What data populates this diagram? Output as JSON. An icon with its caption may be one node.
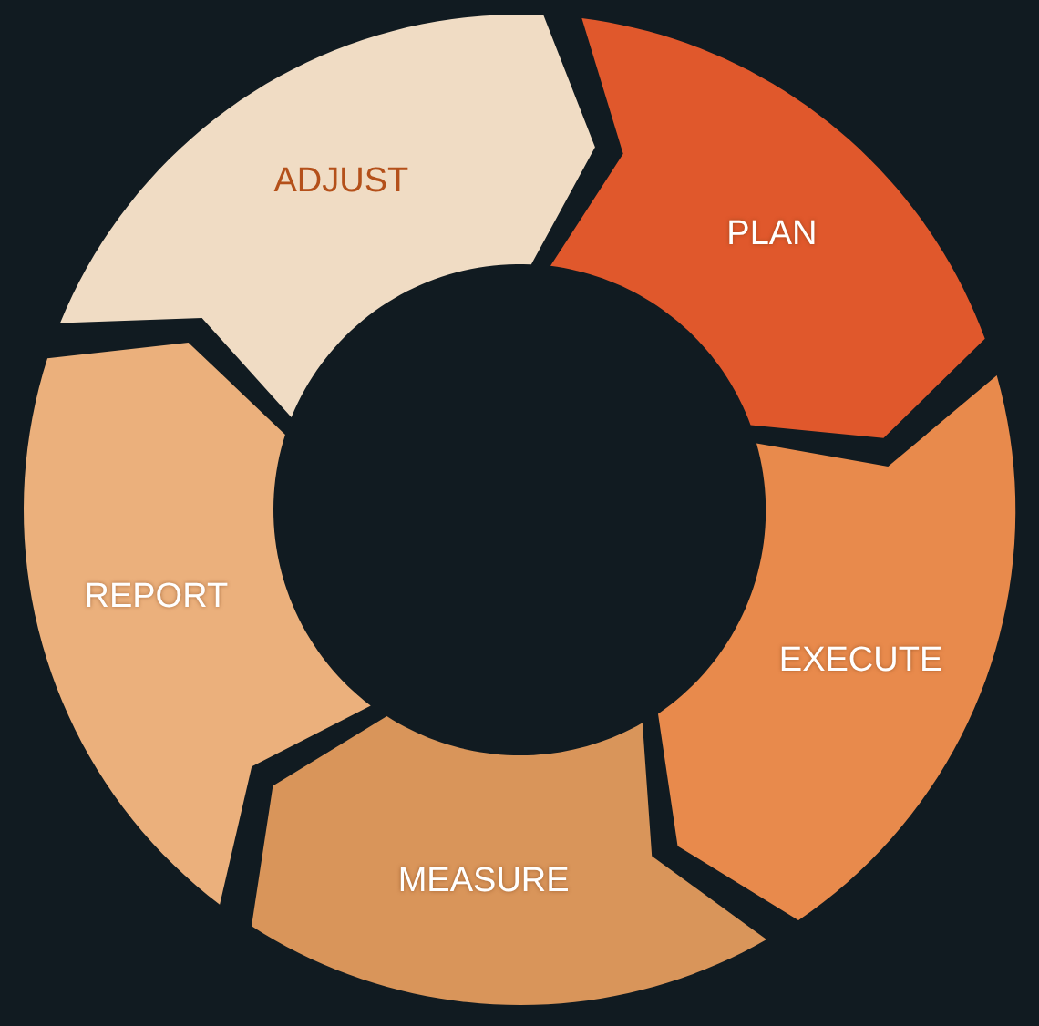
{
  "diagram": {
    "nodes": [
      {
        "text": [
          "PLAN"
        ]
      },
      {
        "text": [
          "EXECUTE"
        ]
      },
      {
        "text": [
          "MEASURE"
        ]
      },
      {
        "text": [
          "REPORT"
        ]
      },
      {
        "text": [
          "ADJUST"
        ]
      }
    ]
  }
}
